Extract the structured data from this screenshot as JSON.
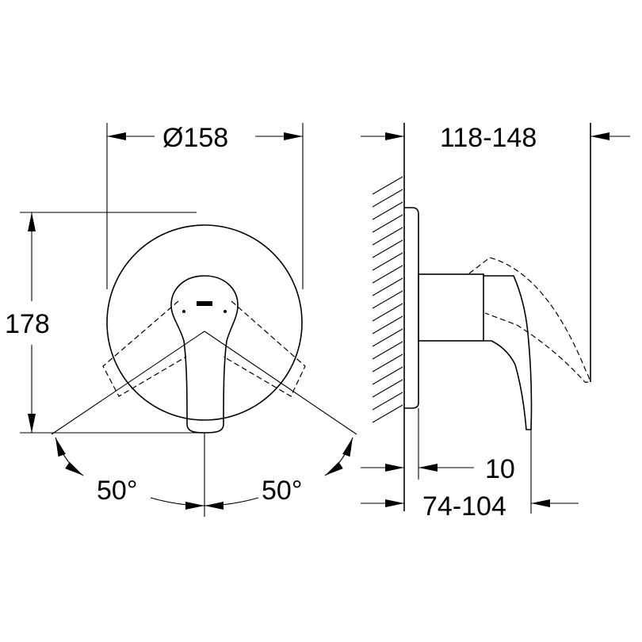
{
  "dimensions": {
    "diameter": "Ø158",
    "depth_range": "118-148",
    "height": "178",
    "plate_thickness": "10",
    "projection_range": "74-104",
    "angle_left": "50°",
    "angle_right": "50°"
  },
  "colors": {
    "line": "#000000",
    "background": "#ffffff"
  }
}
